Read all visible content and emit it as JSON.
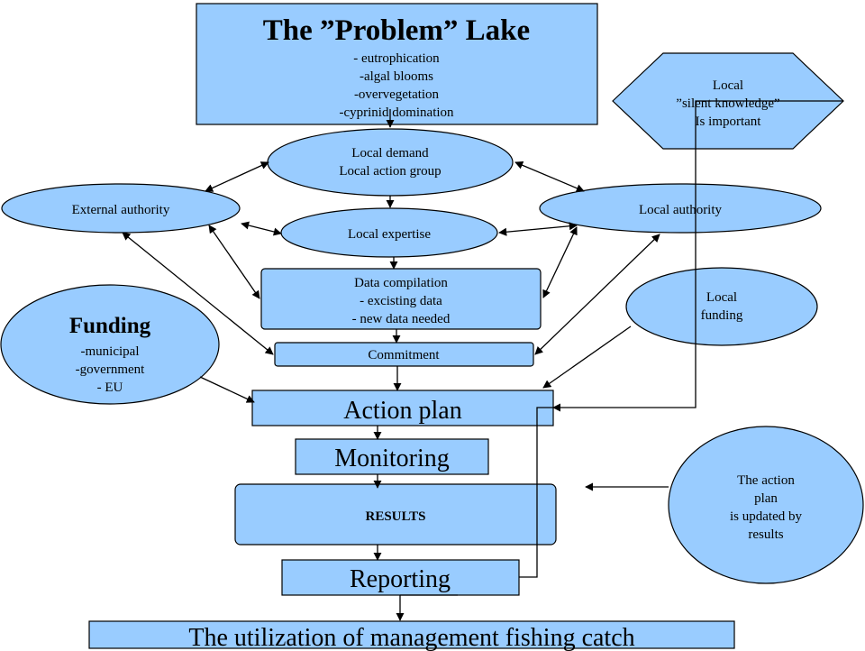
{
  "diagram": {
    "problem_lake": {
      "title": "The ”Problem” Lake",
      "lines": [
        "- eutrophication",
        "-algal blooms",
        "-overvegetation",
        "-cyprinid domination"
      ]
    },
    "local_knowledge": {
      "lines": [
        "Local",
        "”silent knowledge”",
        "Is important"
      ]
    },
    "local_demand": {
      "lines": [
        "Local demand",
        "Local action group"
      ]
    },
    "external_authority": {
      "label": "External authority"
    },
    "local_authority": {
      "label": "Local authority"
    },
    "local_expertise": {
      "label": "Local expertise"
    },
    "funding": {
      "title": "Funding",
      "lines": [
        "-municipal",
        "-government",
        "- EU"
      ]
    },
    "data_compilation": {
      "lines": [
        "Data compilation",
        "- excisting data",
        "- new data needed"
      ]
    },
    "local_funding": {
      "lines": [
        "Local",
        "funding"
      ]
    },
    "commitment": {
      "label": "Commitment"
    },
    "action_plan": {
      "label": "Action plan"
    },
    "monitoring": {
      "label": "Monitoring"
    },
    "results": {
      "label": "RESULTS"
    },
    "action_plan_updated": {
      "lines": [
        "The action",
        "plan",
        "is updated by",
        "results"
      ]
    },
    "reporting": {
      "label": "Reporting"
    },
    "utilization": {
      "label": "The utilization of management fishing catch"
    }
  }
}
